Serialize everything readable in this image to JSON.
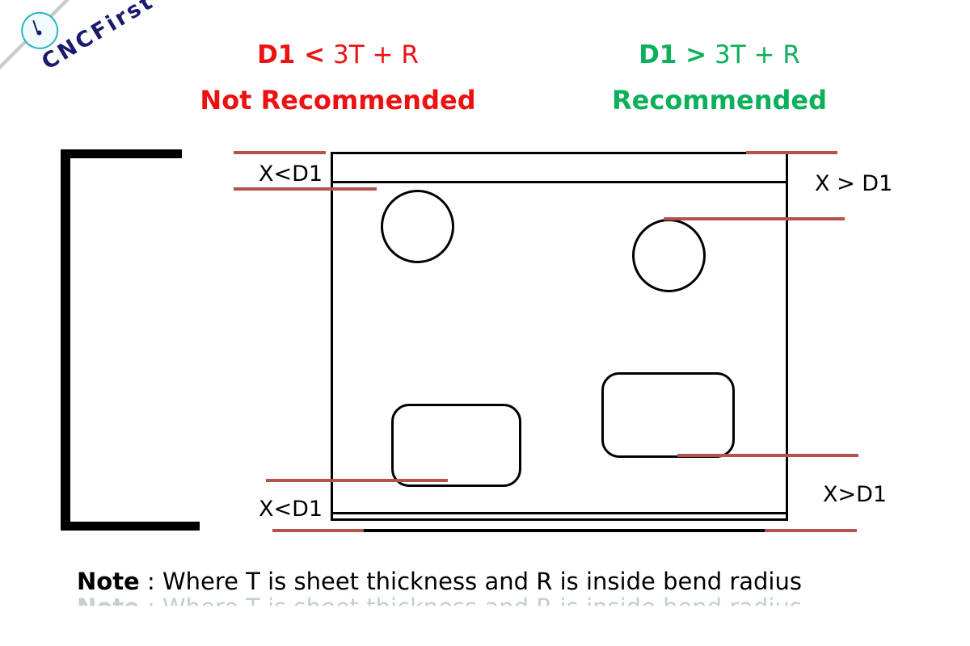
{
  "logo": {
    "brand": "CNCFirst",
    "icon": "gauge-icon"
  },
  "headings": {
    "left": {
      "formula_strong": "D1 <",
      "formula_rest": " 3T + R",
      "verdict": "Not Recommended",
      "color": "#ee1111"
    },
    "right": {
      "formula_strong": "D1 >",
      "formula_rest": " 3T + R",
      "verdict": "Recommended",
      "color": "#0db05a"
    }
  },
  "diagram": {
    "labels": {
      "top_left": "X<D1",
      "bottom_left": "X<D1",
      "top_right": "X > D1",
      "bottom_right": "X>D1"
    },
    "features": {
      "hole_left": "circular-hole",
      "hole_right": "circular-hole",
      "slot_left": "rounded-slot",
      "slot_right": "rounded-slot"
    },
    "dimension_line_color": "#b3534e",
    "outline_color": "#000000"
  },
  "note": {
    "label": "Note",
    "text": " : Where T is sheet thickness and R is inside bend radius"
  }
}
